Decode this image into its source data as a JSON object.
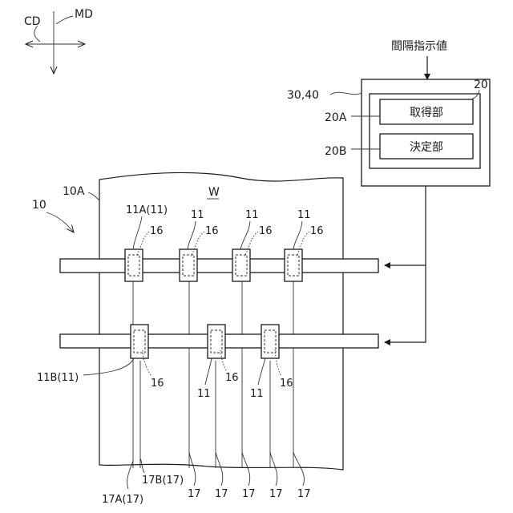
{
  "directions": {
    "cd": "CD",
    "md": "MD"
  },
  "controller": {
    "input_label": "間隔指示値",
    "ref_outer": "30,40",
    "ref_box": "20",
    "unit_a_ref": "20A",
    "unit_a_name": "取得部",
    "unit_b_ref": "20B",
    "unit_b_name": "決定部"
  },
  "device": {
    "ref": "10",
    "sheet_ref": "10A",
    "web": "W"
  },
  "labels": {
    "l11a": "11A(11)",
    "l11b": "11B(11)",
    "l11": "11",
    "l16": "16",
    "l17": "17",
    "l17a": "17A(17)",
    "l17b": "17B(17)"
  }
}
